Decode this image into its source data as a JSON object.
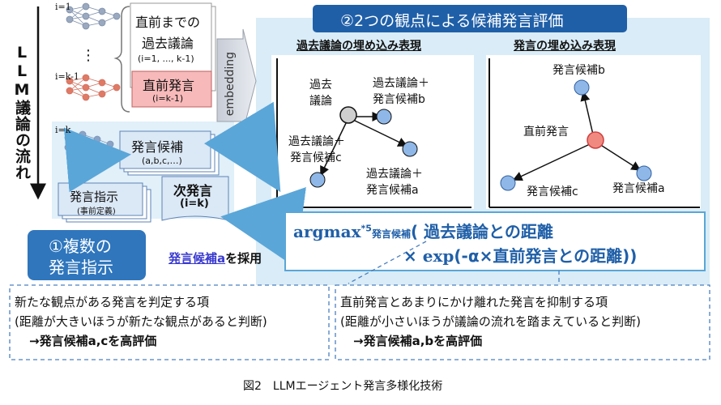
{
  "flow_label": "LLM議論の流れ",
  "nets": {
    "label_1": "i=1",
    "label_k1": "i=k-1",
    "label_k": "i=k",
    "dots": "⋮"
  },
  "past": {
    "title_line1": "直前までの",
    "title_line2": "過去議論",
    "range": "(i=1, ..., k-1)"
  },
  "prev": {
    "title": "直前発言",
    "sub": "(i=k-1)"
  },
  "embedding": "embedding",
  "candidates": {
    "title": "発言候補",
    "sub": "(a,b,c,…)"
  },
  "instructions": {
    "title": "発言指示",
    "sub": "(事前定義)"
  },
  "next": {
    "title": "次発言",
    "sub": "(i=k)"
  },
  "multi": {
    "line1": "①複数の",
    "line2": "発言指示"
  },
  "adopt": {
    "highlight": "発言候補a",
    "rest": "を採用"
  },
  "eval_title": "②2つの観点による候補発言評価",
  "left_panel": {
    "title": "過去議論の埋め込み表現",
    "origin": [
      "過去",
      "議論"
    ],
    "b": [
      "過去議論＋",
      "発言候補b"
    ],
    "c": [
      "過去議論＋",
      "発言候補c"
    ],
    "a": [
      "過去議論＋",
      "発言候補a"
    ]
  },
  "right_panel": {
    "title": "発言の埋め込み表現",
    "b": "発言候補b",
    "center": "直前発言",
    "c": "発言候補c",
    "a": "発言候補a"
  },
  "formula": {
    "argmax": "argmax",
    "sup": "*5",
    "sub": "発言候補",
    "line1": "( 過去議論との距離",
    "times": "×",
    "exp": "exp",
    "line2_a": "(-α",
    "line2_b": "直前発言との距離))"
  },
  "box_left": {
    "line1": "新たな観点がある発言を判定する項",
    "line2": "(距離が大きいほうが新たな観点があると判断)",
    "line3": "→発言候補a,cを高評価"
  },
  "box_right": {
    "line1": "直前発言とあまりにかけ離れた発言を抑制する項",
    "line2": "(距離が小さいほうが議論の流れを踏まえていると判断)",
    "line3": "→発言候補a,bを高評価"
  },
  "caption": "図2　LLMエージェント発言多様化技術",
  "colors": {
    "accent": "#2f6db1",
    "panel": "#d9ecf7",
    "title_bar": "#1f5fa8",
    "pink": "#f7b9b9"
  }
}
